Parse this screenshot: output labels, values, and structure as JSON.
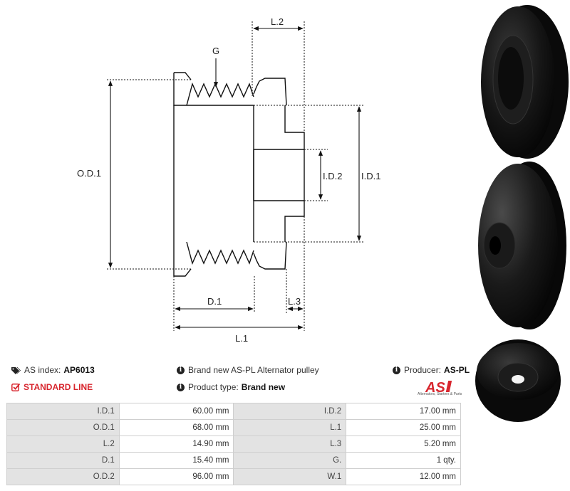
{
  "diagram": {
    "labels": {
      "g": "G",
      "l2": "L.2",
      "od1": "O.D.1",
      "id2": "I.D.2",
      "id1": "I.D.1",
      "d1": "D.1",
      "l3": "L.3",
      "l1": "L.1"
    }
  },
  "info": {
    "as_index_label": "AS index:",
    "as_index_value": "AP6013",
    "description": "Brand new AS-PL Alternator pulley",
    "producer_label": "Producer:",
    "producer_value": "AS-PL",
    "line_label": "STANDARD LINE",
    "product_type_label": "Product type:",
    "product_type_value": "Brand new"
  },
  "logo": {
    "text": "AS",
    "tagline": "Alternators, Starters & Parts",
    "accent": "#d8262e"
  },
  "specs": [
    {
      "k1": "I.D.1",
      "v1": "60.00 mm",
      "k2": "I.D.2",
      "v2": "17.00 mm"
    },
    {
      "k1": "O.D.1",
      "v1": "68.00 mm",
      "k2": "L.1",
      "v2": "25.00 mm"
    },
    {
      "k1": "L.2",
      "v1": "14.90 mm",
      "k2": "L.3",
      "v2": "5.20 mm"
    },
    {
      "k1": "D.1",
      "v1": "15.40 mm",
      "k2": "G.",
      "v2": "1 qty."
    },
    {
      "k1": "O.D.2",
      "v1": "96.00 mm",
      "k2": "W.1",
      "v2": "12.00 mm"
    }
  ]
}
